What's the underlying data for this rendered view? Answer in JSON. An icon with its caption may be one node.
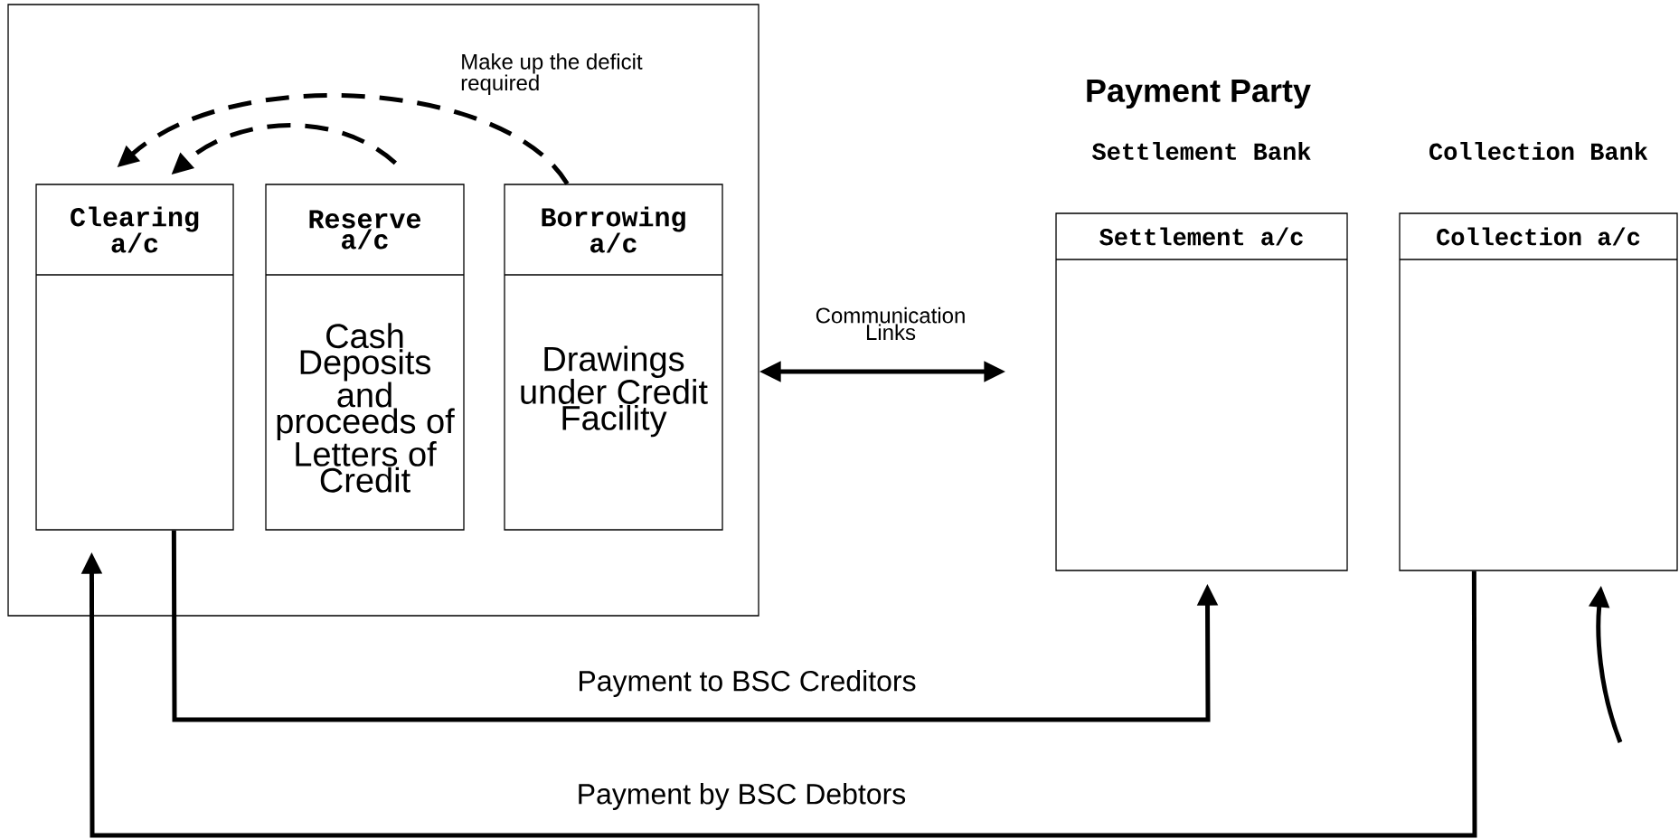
{
  "diagram": {
    "nodes": [
      {
        "text": [],
        "shape": "box"
      },
      {
        "text": [
          "Clearing a/c"
        ],
        "in": 0
      },
      {
        "text": [
          "Reserve a/c",
          "Cash Deposits and proceeds of Letters of Credit"
        ],
        "in": 0
      },
      {
        "text": [
          "Borrowing a/c",
          "Drawings under Credit Facility"
        ],
        "in": 0
      },
      {
        "text": [
          "Settlement Bank",
          "Settlement a/c"
        ]
      },
      {
        "text": [
          "Collection Bank",
          "Collection a/c"
        ]
      }
    ],
    "edges": [
      {
        "from": 3,
        "to": 1,
        "arrow": "to",
        "style": "dashed",
        "label": "Make up the deficit required"
      },
      {
        "from": 2,
        "to": 1,
        "arrow": "to",
        "style": "dashed"
      },
      {
        "from": 0,
        "to": 4,
        "arrow": "both",
        "label": "Communication Links"
      },
      {
        "from": 1,
        "to": 4,
        "arrow": "to",
        "label": "Payment to BSC Creditors"
      },
      {
        "from": 5,
        "to": 1,
        "arrow": "to",
        "label": "Payment by BSC Debtors"
      },
      {
        "from": null,
        "to": 5,
        "arrow": "to"
      }
    ],
    "labels": [
      "Payment Party"
    ]
  }
}
